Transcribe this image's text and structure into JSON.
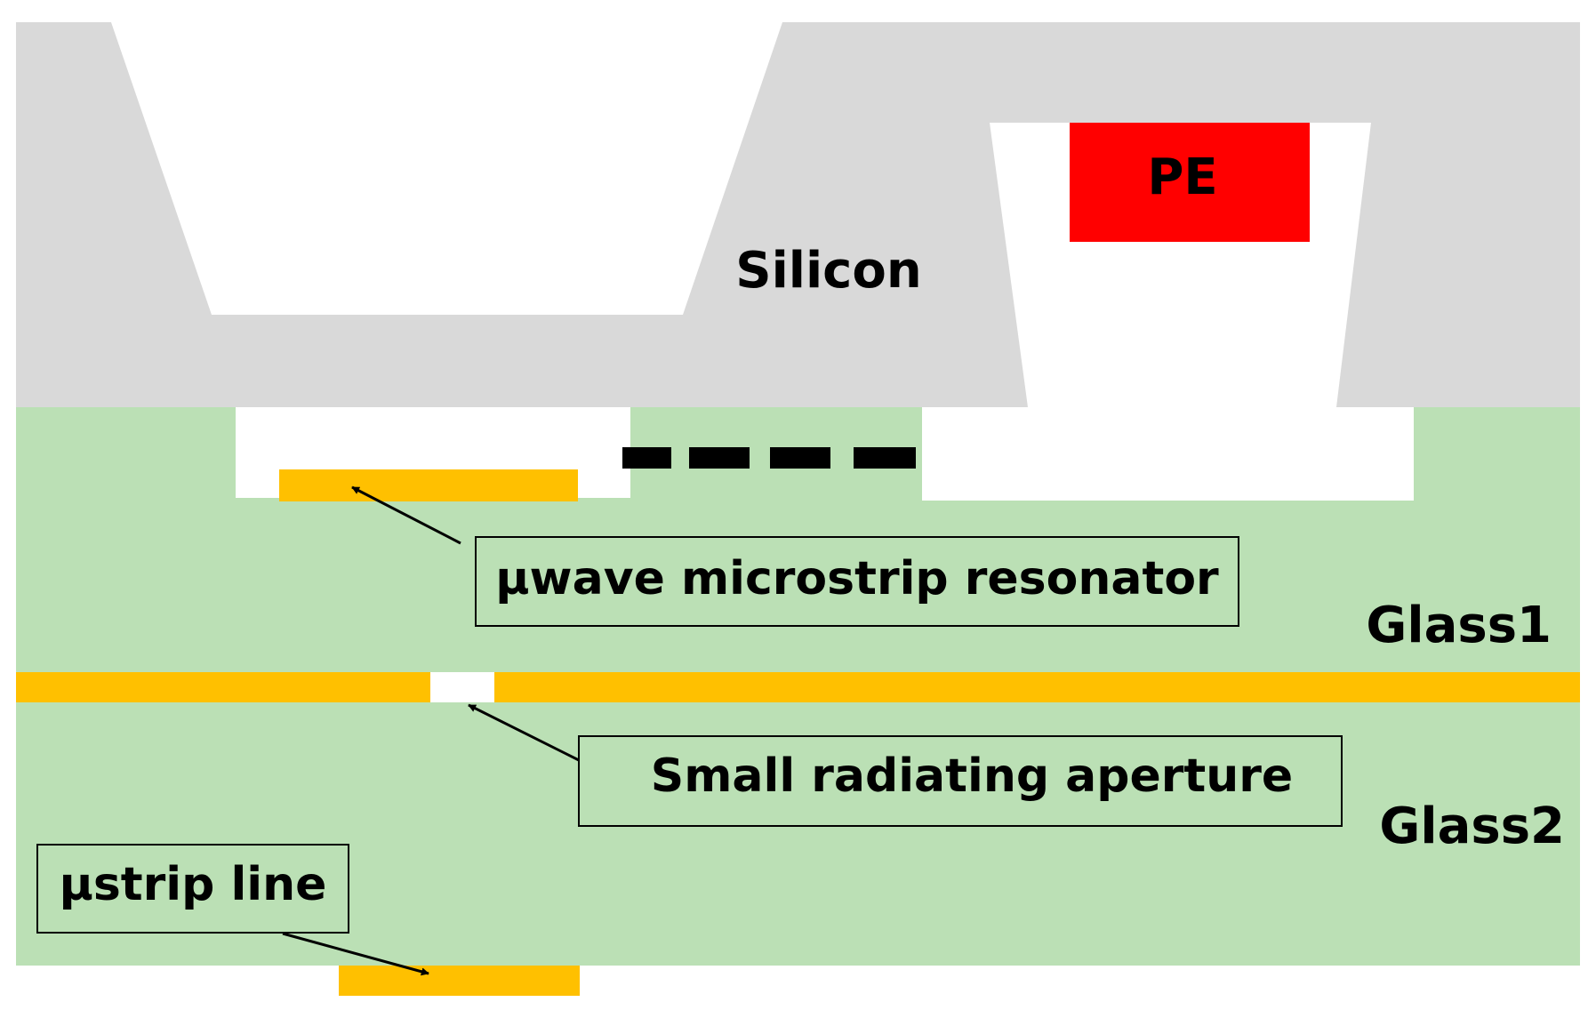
{
  "labels": {
    "silicon": "Silicon",
    "pe": "PE",
    "glass1": "Glass1",
    "glass2": "Glass2"
  },
  "callouts": {
    "resonator": "μwave microstrip resonator",
    "aperture": "Small radiating aperture",
    "ustrip": "μstrip line"
  },
  "colors": {
    "silicon": "#d9d9d9",
    "glass": "#bbe0b5",
    "metal": "#ffc000",
    "pe": "#ff0000",
    "cavity": "#ffffff",
    "ink": "#000000"
  }
}
